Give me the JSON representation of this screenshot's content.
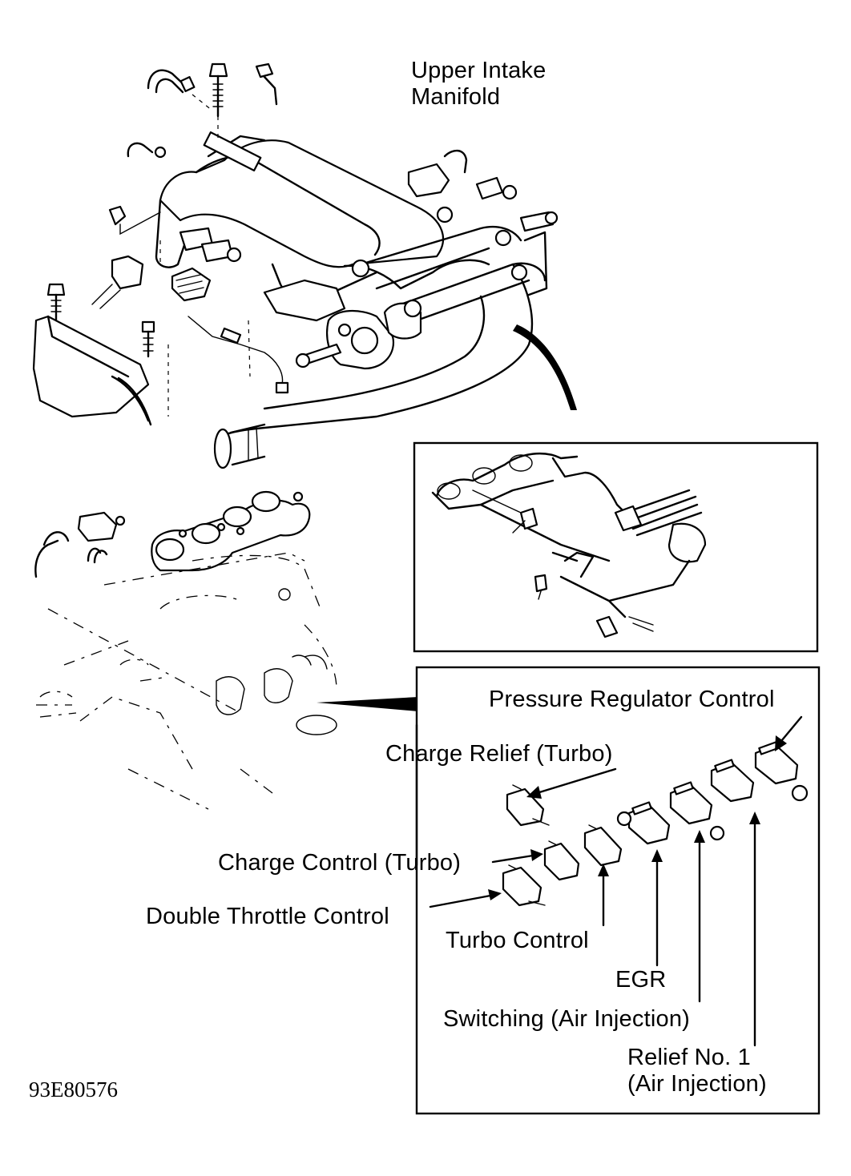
{
  "figure": {
    "id": "93E80576",
    "callouts": {
      "upper_intake_manifold": [
        "Upper Intake",
        "Manifold"
      ],
      "pressure_regulator_control": "Pressure Regulator Control",
      "charge_relief_turbo": "Charge Relief (Turbo)",
      "charge_control_turbo": "Charge Control (Turbo)",
      "double_throttle_control": "Double Throttle Control",
      "turbo_control": "Turbo Control",
      "egr": "EGR",
      "switching_air_injection": "Switching (Air Injection)",
      "relief_no1_air_injection": [
        "Relief No. 1",
        "(Air Injection)"
      ]
    },
    "insets": [
      {
        "name": "lower-manifold-detail"
      },
      {
        "name": "solenoid-valve-detail",
        "valve_count": 8
      }
    ]
  }
}
